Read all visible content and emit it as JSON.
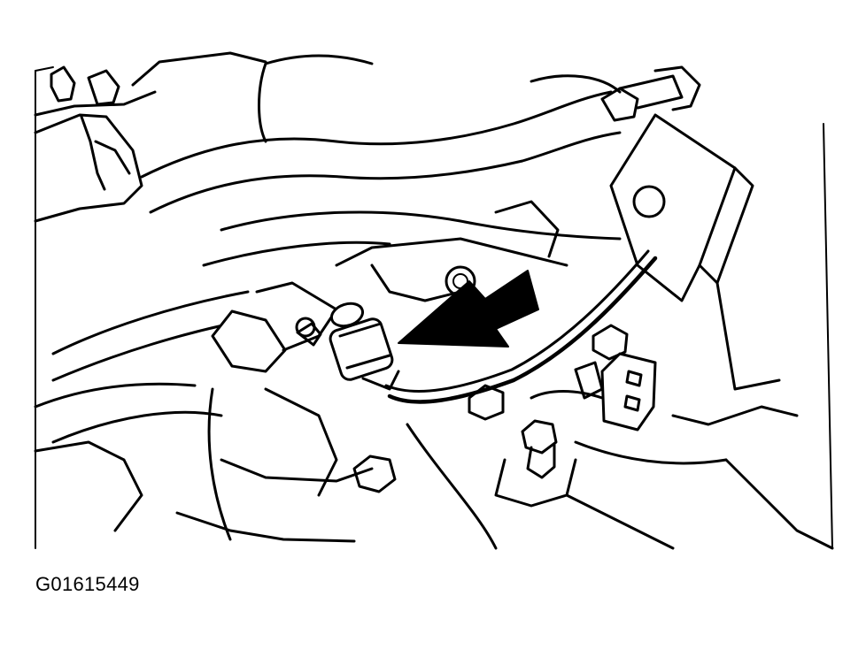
{
  "figure": {
    "id_label": "G01615449",
    "subject": "engine-bay-fuel-line-connector",
    "callout": "arrow-pointing-to-connector"
  },
  "colors": {
    "ink": "#000000",
    "paper": "#ffffff"
  }
}
